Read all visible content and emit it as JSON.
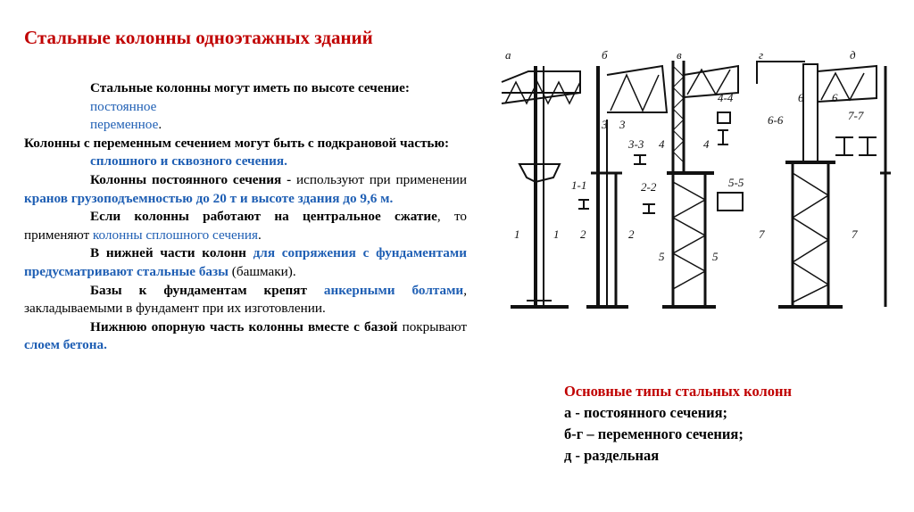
{
  "title": "Стальные колонны одноэтажных зданий",
  "body": {
    "p1": "Стальные колонны могут иметь по высоте сечение:",
    "p1_item1": "постоянное",
    "p1_item2": "переменное",
    "p1_item2_end": ".",
    "p2": "Колонны с переменным сечением могут быть с подкрановой частью:",
    "p2_item": "сплошного и сквозного сечения.",
    "p3_a": "Колонны постоянного сечения - ",
    "p3_b": "используют при применении ",
    "p3_c": "кранов грузоподъемностью до 20 т и высоте здания до 9,6 м.",
    "p4_a": "Если колонны работают на центральное ",
    "p4_b": "сжатие",
    "p4_c": ", то применяют ",
    "p4_d": "колонны сплошного сечения",
    "p4_e": ".",
    "p5_a": "В нижней части колонн ",
    "p5_b": "для сопряжения с фундаментами предусматривают стальные базы",
    "p5_c": " (башмаки).",
    "p6_a": "Базы к фундаментам крепят ",
    "p6_b": "анкерными болтами",
    "p6_c": ", закладываемыми в фундамент при их изготовлении.",
    "p7_a": "Нижнюю опорную часть колонны вместе с ",
    "p7_b": "базой",
    "p7_c": " покрывают ",
    "p7_d": "слоем бетона."
  },
  "figure": {
    "letters": [
      "а",
      "б",
      "в",
      "г",
      "д"
    ],
    "section_labels": [
      "1-1",
      "2-2",
      "3-3",
      "4-4",
      "5-5",
      "6-6",
      "7-7"
    ],
    "cut_marks": [
      "1",
      "1",
      "2",
      "2",
      "3",
      "3",
      "4",
      "4",
      "5",
      "5",
      "6",
      "6",
      "7",
      "7"
    ]
  },
  "caption": {
    "heading": "Основные типы стальных колонн",
    "line_a": "а - постоянного сечения;",
    "line_b": "б-г – переменного сечения;",
    "line_d": "д - раздельная"
  },
  "colors": {
    "title_red": "#c00000",
    "link_blue": "#1f5fb4"
  }
}
